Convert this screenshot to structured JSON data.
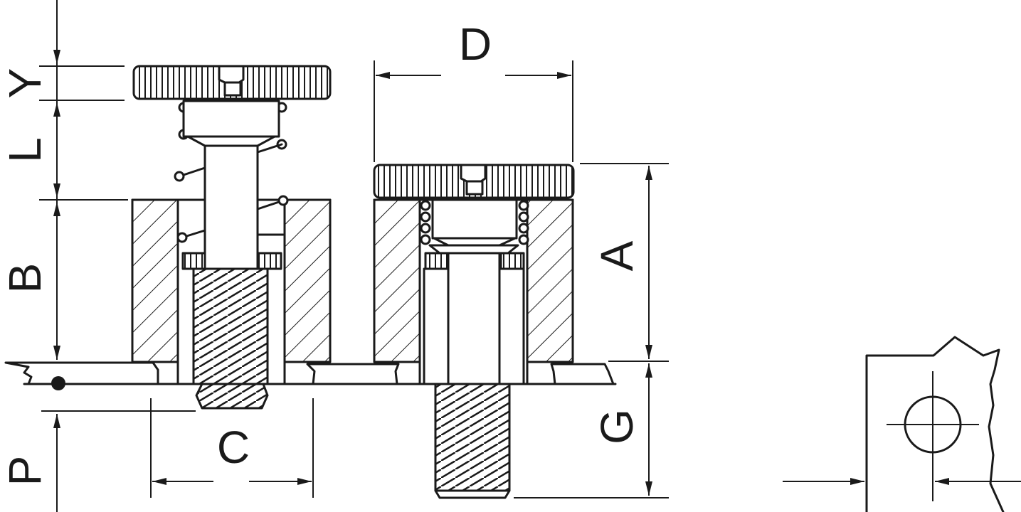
{
  "colors": {
    "line": "#1a1a1a",
    "background": "#ffffff"
  },
  "dimensions": {
    "Y": "Y",
    "L": "L",
    "B": "B",
    "P": "P",
    "C": "C",
    "D": "D",
    "A": "A",
    "G": "G"
  }
}
